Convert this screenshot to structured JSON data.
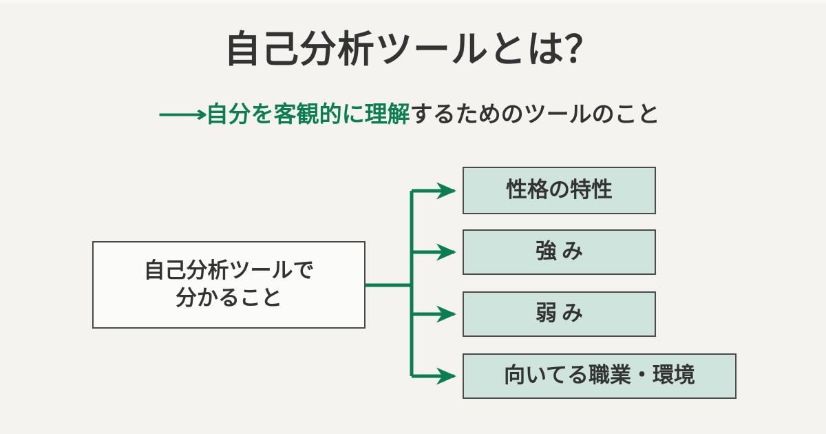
{
  "page": {
    "background_color": "#f4f3ef",
    "text_color": "#333333",
    "accent_color": "#0c7d53",
    "node_fill_color": "#cfe4dd",
    "node_border_color": "#4a4a4a",
    "root_fill_color": "#fbfbfa"
  },
  "header": {
    "title": "自己分析ツールとは？",
    "subtitle": {
      "arrow": "⟶",
      "highlight": "自分を客観的に理解",
      "rest": "するためのツールのこと"
    }
  },
  "diagram": {
    "type": "tree",
    "root": {
      "line1": "自己分析ツールで",
      "line2": "分かること"
    },
    "branches": [
      {
        "label": "性格の特性",
        "spaced": false
      },
      {
        "label": "強み",
        "spaced": true
      },
      {
        "label": "弱み",
        "spaced": true
      },
      {
        "label": "向いてる職業・環境",
        "spaced": false
      }
    ]
  }
}
